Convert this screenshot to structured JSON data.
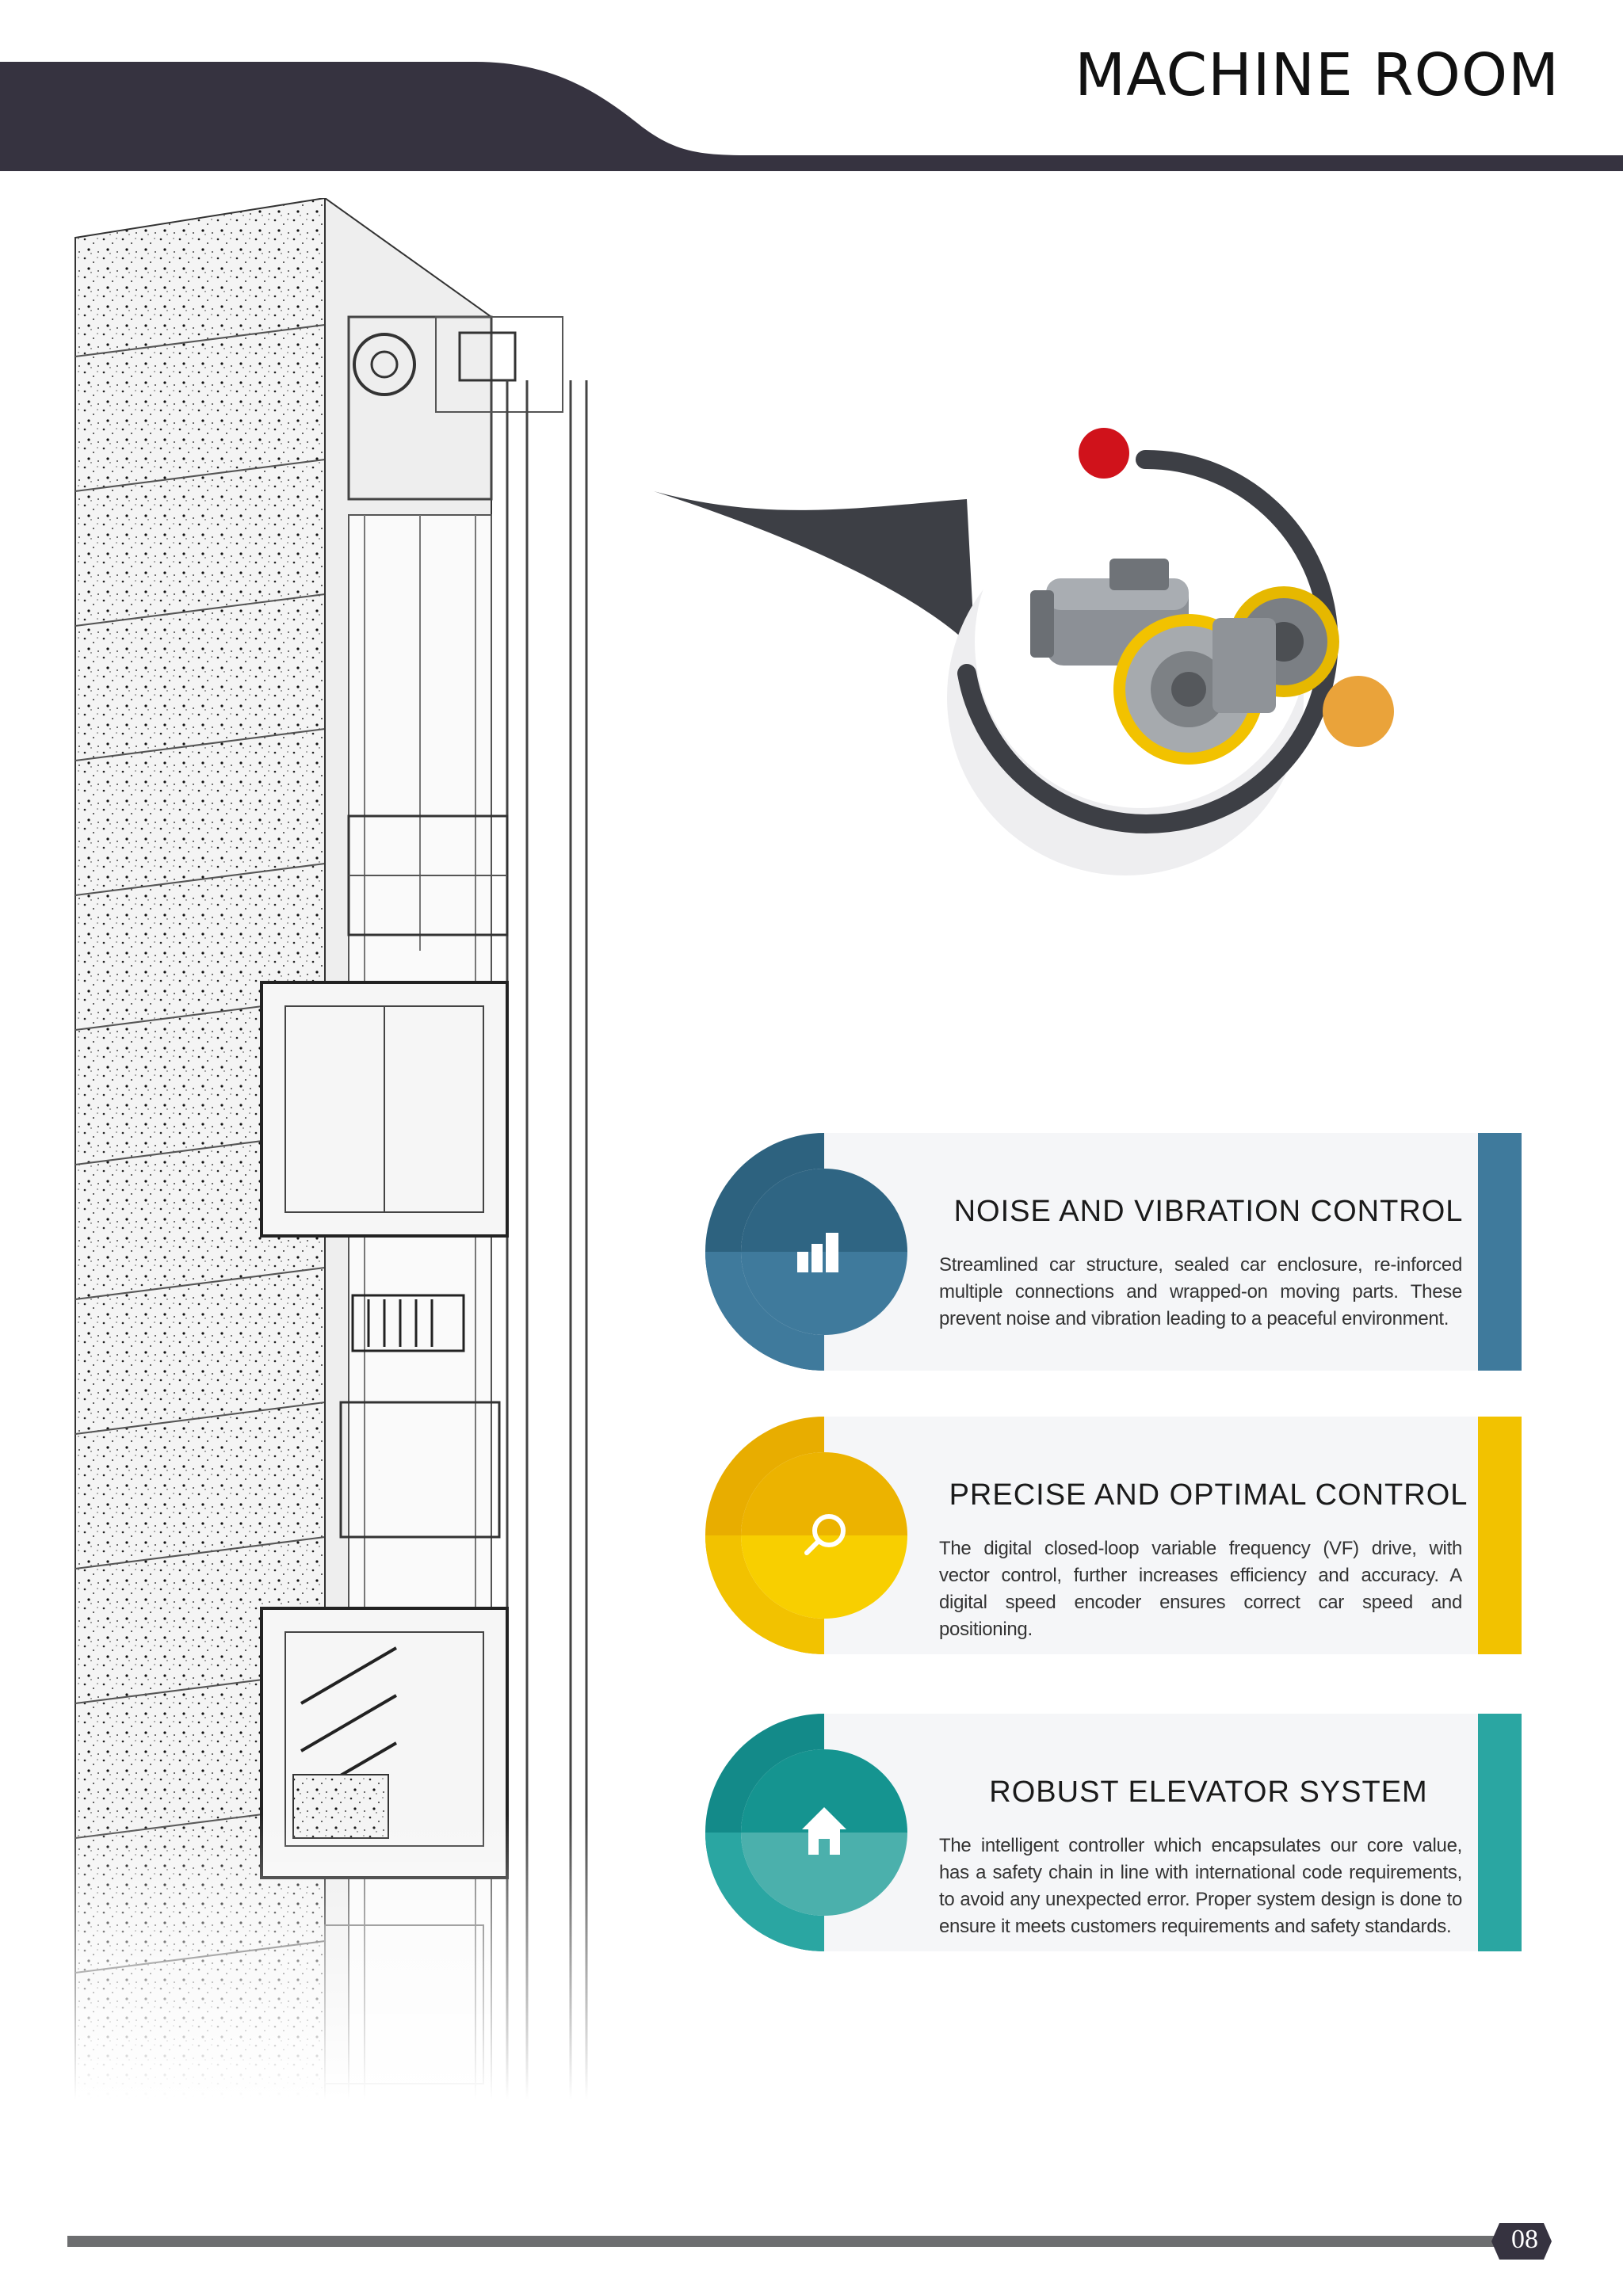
{
  "header": {
    "title": "MACHINE ROOM",
    "band_color": "#363340"
  },
  "illustration": {
    "subject": "elevator-shaft-cutaway",
    "callout_subject": "traction-machine"
  },
  "features": [
    {
      "title": "NOISE AND VIBRATION CONTROL",
      "body": "Streamlined car structure, sealed car enclosure, re-inforced multiple connections and wrapped-on moving parts. These prevent noise and vibration leading to a peaceful environment.",
      "icon": "bar-chart-icon",
      "color": "#3f7a9c"
    },
    {
      "title": "PRECISE AND OPTIMAL CONTROL",
      "body": "The digital closed-loop variable frequency (VF) drive, with vector control, further increases efficiency and accuracy. A digital speed encoder ensures correct car speed and positioning.",
      "icon": "search-icon",
      "color": "#f2c200"
    },
    {
      "title": "ROBUST ELEVATOR SYSTEM",
      "body": "The intelligent controller which encapsulates our core value, has a safety chain in line with international code requirements, to avoid any unexpected error. Proper system design is done to ensure it meets customers requirements and safety standards.",
      "icon": "home-icon",
      "color": "#1e9a98"
    }
  ],
  "colors": {
    "accent_red": "#d0121b",
    "accent_orange": "#eaa33a",
    "ring_gray": "#3d3f45"
  },
  "footer": {
    "page_number": "08"
  }
}
